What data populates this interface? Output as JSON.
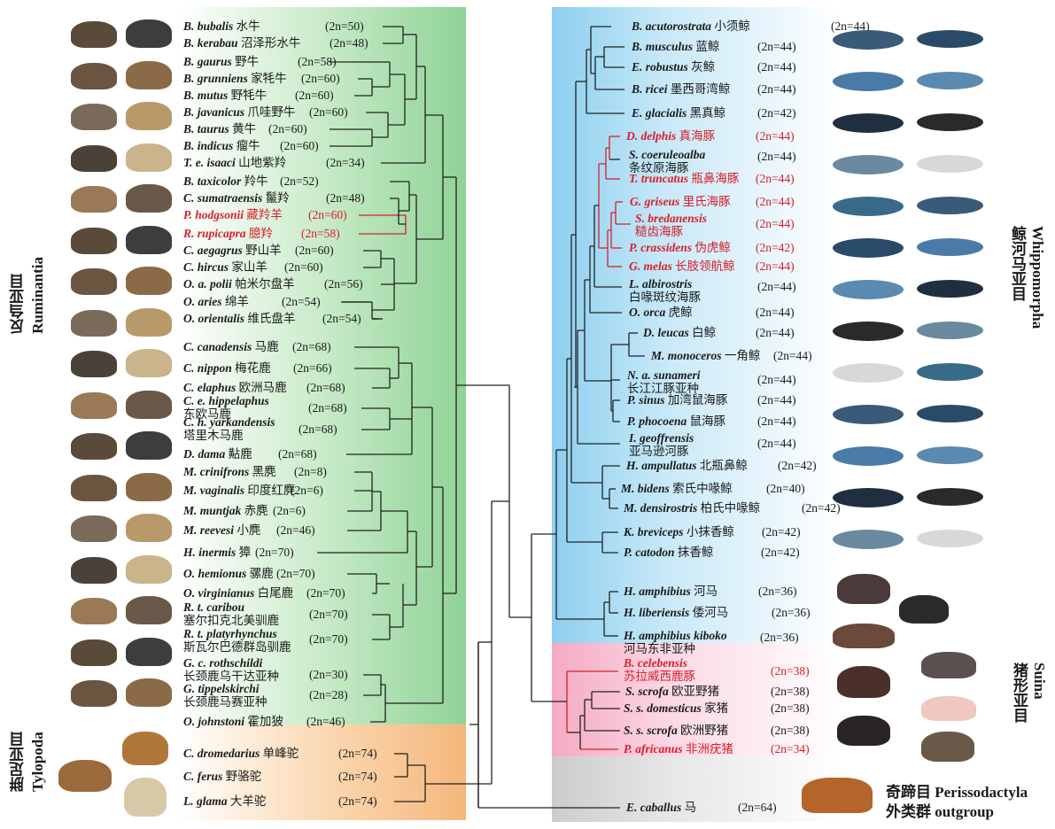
{
  "groups": {
    "ruminantia_cn": "反刍亚目",
    "ruminantia_en": "Ruminantia",
    "tylopoda_cn": "胼足亚目",
    "tylopoda_en": "Tylopoda",
    "whippomorpha_cn": "鲸河马亚目",
    "whippomorpha_en": "Whippomorpha",
    "suina_cn": "猪形亚目",
    "suina_en": "Suina",
    "outgroup_line1": "奇蹄目 Perissodactyla",
    "outgroup_line2": "外类群 outgroup"
  },
  "colors": {
    "ruminantia_band": "#9fd9a0",
    "tylopoda_band": "#f7c089",
    "whippo_band": "#a7d9f2",
    "suina_band": "#f6bfd1",
    "outgroup_band": "#dcdcdc",
    "highlight": "#d6202c"
  },
  "left_taxa": [
    {
      "sci": "B. bubalis",
      "cn": "水牛",
      "k": "(2n=50)",
      "red": false
    },
    {
      "sci": "B. kerabau",
      "cn": "沼泽形水牛",
      "k": "(2n=48)",
      "red": false
    },
    {
      "sci": "B. gaurus",
      "cn": "野牛",
      "k": "(2n=58)",
      "red": false
    },
    {
      "sci": "B. grunniens",
      "cn": "家牦牛",
      "k": "(2n=60)",
      "red": false
    },
    {
      "sci": "B. mutus",
      "cn": "野牦牛",
      "k": "(2n=60)",
      "red": false
    },
    {
      "sci": "B. javanicus",
      "cn": "爪哇野牛",
      "k": "(2n=60)",
      "red": false
    },
    {
      "sci": "B. taurus",
      "cn": "黄牛",
      "k": "(2n=60)",
      "red": false
    },
    {
      "sci": "B. indicus",
      "cn": "瘤牛",
      "k": "(2n=60)",
      "red": false
    },
    {
      "sci": "T. e. isaaci",
      "cn": "山地紫羚",
      "k": "(2n=34)",
      "red": false
    },
    {
      "sci": "B. taxicolor",
      "cn": "羚牛",
      "k": "(2n=52)",
      "red": false
    },
    {
      "sci": "C. sumatraensis",
      "cn": "鬣羚",
      "k": "(2n=48)",
      "red": false
    },
    {
      "sci": "P. hodgsonii",
      "cn": "藏羚羊",
      "k": "(2n=60)",
      "red": true
    },
    {
      "sci": "R. rupicapra",
      "cn": "臆羚",
      "k": "(2n=58)",
      "red": true
    },
    {
      "sci": "C. aegagrus",
      "cn": "野山羊",
      "k": "(2n=60)",
      "red": false
    },
    {
      "sci": "C. hircus",
      "cn": "家山羊",
      "k": "(2n=60)",
      "red": false
    },
    {
      "sci": "O. a. polii",
      "cn": "帕米尔盘羊",
      "k": "(2n=56)",
      "red": false
    },
    {
      "sci": "O. aries",
      "cn": "绵羊",
      "k": "(2n=54)",
      "red": false
    },
    {
      "sci": "O. orientalis",
      "cn": "维氏盘羊",
      "k": "(2n=54)",
      "red": false
    },
    {
      "sci": "C. canadensis",
      "cn": "马鹿",
      "k": "(2n=68)",
      "red": false
    },
    {
      "sci": "C. nippon",
      "cn": "梅花鹿",
      "k": "(2n=66)",
      "red": false
    },
    {
      "sci": "C. elaphus",
      "cn": "欧洲马鹿",
      "k": "(2n=68)",
      "red": false
    },
    {
      "sci": "C. e. hippelaphus",
      "cn": "东欧马鹿",
      "k": "(2n=68)",
      "red": false
    },
    {
      "sci": "C. h. yarkandensis",
      "cn": "塔里木马鹿",
      "k": "(2n=68)",
      "red": false
    },
    {
      "sci": "D. dama",
      "cn": "黇鹿",
      "k": "(2n=68)",
      "red": false
    },
    {
      "sci": "M. crinifrons",
      "cn": "黑麂",
      "k": "(2n=8)",
      "red": false
    },
    {
      "sci": "M. vaginalis",
      "cn": "印度红麂",
      "k": "(2n=6)",
      "red": false
    },
    {
      "sci": "M. muntjak",
      "cn": "赤麂",
      "k": "(2n=6)",
      "red": false
    },
    {
      "sci": "M. reevesi",
      "cn": "小麂",
      "k": "(2n=46)",
      "red": false
    },
    {
      "sci": "H. inermis",
      "cn": "獐",
      "k": "(2n=70)",
      "red": false
    },
    {
      "sci": "O. hemionus",
      "cn": "骡鹿",
      "k": "(2n=70)",
      "red": false
    },
    {
      "sci": "O. virginianus",
      "cn": "白尾鹿",
      "k": "(2n=70)",
      "red": false
    },
    {
      "sci": "R. t. caribou",
      "cn": "塞尔扣克北美驯鹿",
      "k": "(2n=70)",
      "red": false
    },
    {
      "sci": "R. t. platyrhynchus",
      "cn": "斯瓦尔巴德群岛驯鹿",
      "k": "(2n=70)",
      "red": false
    },
    {
      "sci": "G. c. rothschildi",
      "cn": "长颈鹿乌干达亚种",
      "k": "(2n=30)",
      "red": false
    },
    {
      "sci": "G. tippelskirchi",
      "cn": "长颈鹿马赛亚种",
      "k": "(2n=28)",
      "red": false
    },
    {
      "sci": "O. johnstoni",
      "cn": "霍加狓",
      "k": "(2n=46)",
      "red": false
    },
    {
      "sci": "C. dromedarius",
      "cn": "单峰驼",
      "k": "(2n=74)",
      "red": false
    },
    {
      "sci": "C. ferus",
      "cn": "野骆驼",
      "k": "(2n=74)",
      "red": false
    },
    {
      "sci": "L. glama",
      "cn": "大羊驼",
      "k": "(2n=74)",
      "red": false
    }
  ],
  "right_taxa": [
    {
      "sci": "B. acutorostrata",
      "cn": "小须鲸",
      "k": "(2n=44)",
      "red": false
    },
    {
      "sci": "B. musculus",
      "cn": "蓝鲸",
      "k": "(2n=44)",
      "red": false
    },
    {
      "sci": "E. robustus",
      "cn": "灰鲸",
      "k": "(2n=44)",
      "red": false
    },
    {
      "sci": "B. ricei",
      "cn": "墨西哥湾鲸",
      "k": "(2n=44)",
      "red": false
    },
    {
      "sci": "E. glacialis",
      "cn": "黑真鲸",
      "k": "(2n=42)",
      "red": false
    },
    {
      "sci": "D. delphis",
      "cn": "真海豚",
      "k": "(2n=44)",
      "red": true
    },
    {
      "sci": "S. coeruleoalba",
      "cn": "条纹原海豚",
      "k": "(2n=44)",
      "red": false
    },
    {
      "sci": "T. truncatus",
      "cn": "瓶鼻海豚",
      "k": "(2n=44)",
      "red": true
    },
    {
      "sci": "G. griseus",
      "cn": "里氏海豚",
      "k": "(2n=44)",
      "red": true
    },
    {
      "sci": "S. bredanensis",
      "cn": "糙齿海豚",
      "k": "(2n=44)",
      "red": true
    },
    {
      "sci": "P. crassidens",
      "cn": "伪虎鲸",
      "k": "(2n=42)",
      "red": true
    },
    {
      "sci": "G. melas",
      "cn": "长肢领航鲸",
      "k": "(2n=44)",
      "red": true
    },
    {
      "sci": "L. albirostris",
      "cn": "白喙斑纹海豚",
      "k": "(2n=44)",
      "red": false
    },
    {
      "sci": "O. orca",
      "cn": "虎鲸",
      "k": "(2n=44)",
      "red": false
    },
    {
      "sci": "D. leucas",
      "cn": "白鲸",
      "k": "(2n=44)",
      "red": false
    },
    {
      "sci": "M. monoceros",
      "cn": "一角鲸",
      "k": "(2n=44)",
      "red": false
    },
    {
      "sci": "N. a. sunameri",
      "cn": "长江江豚亚种",
      "k": "(2n=44)",
      "red": false
    },
    {
      "sci": "P. sinus",
      "cn": "加湾鼠海豚",
      "k": "(2n=44)",
      "red": false
    },
    {
      "sci": "P. phocoena",
      "cn": "鼠海豚",
      "k": "(2n=44)",
      "red": false
    },
    {
      "sci": "I. geoffrensis",
      "cn": "亚马逊河豚",
      "k": "(2n=44)",
      "red": false
    },
    {
      "sci": "H. ampullatus",
      "cn": "北瓶鼻鲸",
      "k": "(2n=42)",
      "red": false
    },
    {
      "sci": "M. bidens",
      "cn": "索氏中喙鲸",
      "k": "(2n=40)",
      "red": false
    },
    {
      "sci": "M. densirostris",
      "cn": "柏氏中喙鲸",
      "k": "(2n=42)",
      "red": false
    },
    {
      "sci": "K. breviceps",
      "cn": "小抹香鲸",
      "k": "(2n=42)",
      "red": false
    },
    {
      "sci": "P. catodon",
      "cn": "抹香鲸",
      "k": "(2n=42)",
      "red": false
    },
    {
      "sci": "H. amphibius",
      "cn": "河马",
      "k": "(2n=36)",
      "red": false
    },
    {
      "sci": "H. liberiensis",
      "cn": "倭河马",
      "k": "(2n=36)",
      "red": false
    },
    {
      "sci": "H. amphibius kiboko",
      "cn": "河马东非亚种",
      "k": "(2n=36)",
      "red": false
    },
    {
      "sci": "B. celebensis",
      "cn": "苏拉威西鹿豚",
      "k": "(2n=38)",
      "red": true
    },
    {
      "sci": "S. scrofa",
      "cn": "欧亚野猪",
      "k": "(2n=38)",
      "red": false
    },
    {
      "sci": "S. s. domesticus",
      "cn": "家猪",
      "k": "(2n=38)",
      "red": false
    },
    {
      "sci": "S. s. scrofa",
      "cn": "欧洲野猪",
      "k": "(2n=38)",
      "red": false
    },
    {
      "sci": "P. africanus",
      "cn": "非洲疣猪",
      "k": "(2n=34)",
      "red": true
    },
    {
      "sci": "E. caballus",
      "cn": "马",
      "k": "(2n=64)",
      "red": false
    }
  ]
}
